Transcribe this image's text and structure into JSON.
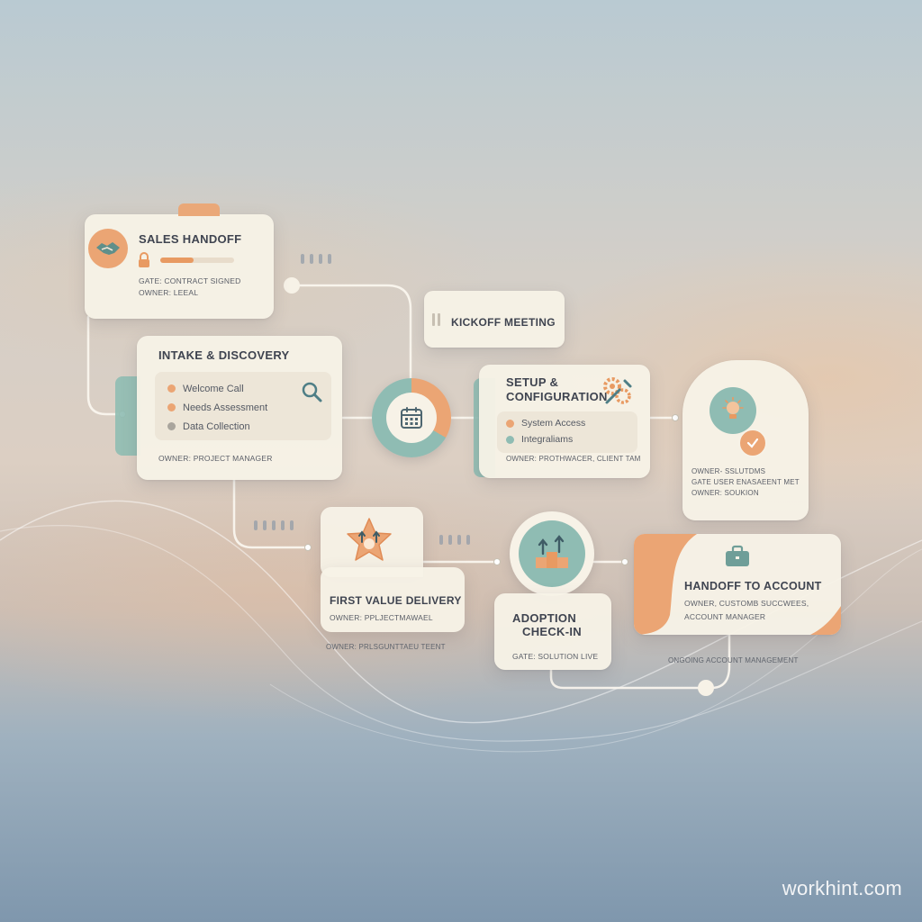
{
  "sales_handoff": {
    "title": "SALES HANDOFF",
    "gate": "GATE: CONTRACT SIGNED",
    "owner": "OWNER: LEEAL"
  },
  "intake": {
    "title": "INTAKE & DISCOVERY",
    "items": [
      "Welcome Call",
      "Needs Assessment",
      "Data Collection"
    ],
    "owner": "OWNER: PROJECT MANAGER"
  },
  "kickoff": {
    "title": "KICKOFF MEETING"
  },
  "setup": {
    "title_line1": "SETUP &",
    "title_line2": "CONFIGURATION",
    "items": [
      "System Access",
      "Integraliams"
    ],
    "owner": "OWNER: PROTHWACER, CLIENT TAM"
  },
  "solution": {
    "owner_line1": "OWNER- SSLUTDMS",
    "gate": "GATE USER ENASAEENT MET",
    "owner_line2": "OWNER: SOUKION"
  },
  "first_value": {
    "title": "FIRST VALUE DELIVERY",
    "owner": "OWNER: PPLJECTMAWAEL",
    "sub": "OWNER: PRLSGUNTTAEU TEENT"
  },
  "adoption": {
    "title_line1": "ADOPTION",
    "title_line2": "CHECK-IN",
    "gate": "GATE: SOLUTION LIVE"
  },
  "handoff_account": {
    "title": "HANDOFF TO ACCOUNT",
    "owner_line1": "OWNER, CUSTOMB SUCCWEES,",
    "owner_line2": "ACCOUNT MANAGER",
    "sub": "ONGOING ACCOUNT MANAGEMENT"
  },
  "watermark": "workhint.com",
  "colors": {
    "accent_orange": "#eba574",
    "accent_teal": "#8fbcb3",
    "card": "#f7f2e7"
  },
  "icons": [
    "handshake-icon",
    "lock-icon",
    "search-icon",
    "calendar-icon",
    "gears-icon",
    "lightbulb-icon",
    "check-icon",
    "star-bulb-icon",
    "growth-blocks-icon",
    "briefcase-icon"
  ]
}
